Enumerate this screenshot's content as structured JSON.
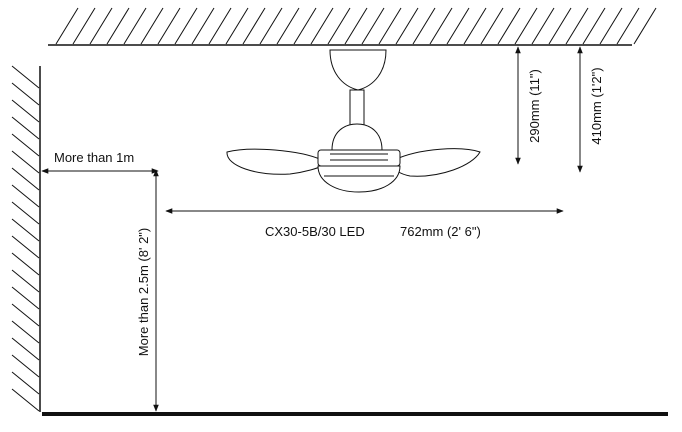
{
  "labels": {
    "side_clearance": "More than 1m",
    "floor_clearance": "More than 2.5m (8' 2\")",
    "drop_short": "290mm (11\")",
    "drop_long": "410mm (1'2\")",
    "model": "CX30-5B/30 LED",
    "diameter": "762mm (2' 6\")"
  },
  "colors": {
    "line": "#111111",
    "fan_fill": "#ffffff"
  }
}
